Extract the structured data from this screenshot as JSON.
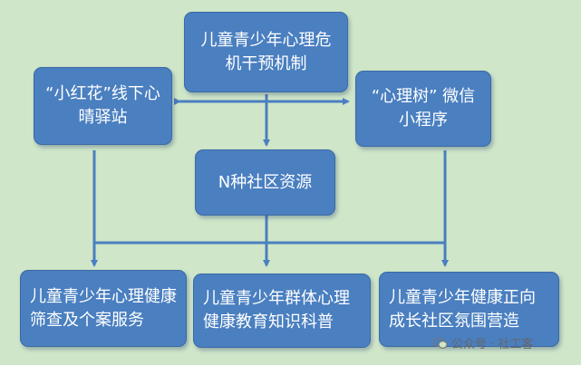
{
  "nodes": {
    "top": "儿童青少年心理危机干预机制",
    "left": "“小红花”线下心晴驿站",
    "right": "“心理树” 微信小程序",
    "middle": "N种社区资源",
    "bottom_left": "儿童青少年心理健康筛查及个案服务",
    "bottom_middle": "儿童青少年群体心理健康教育知识科普",
    "bottom_right": "儿童青少年健康正向成长社区氛围营造"
  },
  "watermark": "公众号 · 社工客",
  "colors": {
    "background": "#cfe6c9",
    "node_fill": "#4a7fc0",
    "arrow": "#4a7fc0"
  }
}
